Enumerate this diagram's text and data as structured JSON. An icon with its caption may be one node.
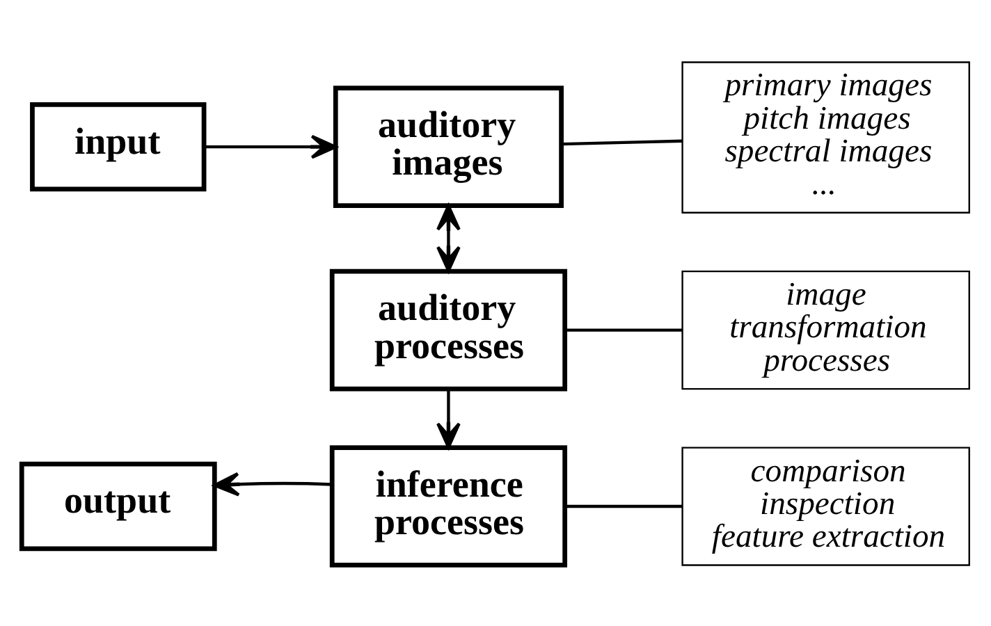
{
  "diagram": {
    "nodes": [
      {
        "text": [
          "input"
        ]
      },
      {
        "text": [
          "auditory images"
        ]
      },
      {
        "text": [
          "primary images",
          "pitch images",
          "spectral images",
          "..."
        ]
      },
      {
        "text": [
          "auditory processes"
        ]
      },
      {
        "text": [
          "image transformation processes"
        ]
      },
      {
        "text": [
          "output"
        ]
      },
      {
        "text": [
          "inference processes"
        ]
      },
      {
        "text": [
          "comparison",
          "inspection",
          "feature extraction"
        ]
      }
    ],
    "edges": [
      {
        "from": 0,
        "to": 1,
        "arrow": "to"
      },
      {
        "from": 1,
        "to": 3,
        "arrow": "both"
      },
      {
        "from": 3,
        "to": 6,
        "arrow": "to"
      },
      {
        "from": 6,
        "to": 5,
        "arrow": "to"
      },
      {
        "from": 1,
        "to": 2,
        "arrow": "none"
      },
      {
        "from": 3,
        "to": 4,
        "arrow": "none"
      },
      {
        "from": 6,
        "to": 7,
        "arrow": "none"
      }
    ]
  }
}
